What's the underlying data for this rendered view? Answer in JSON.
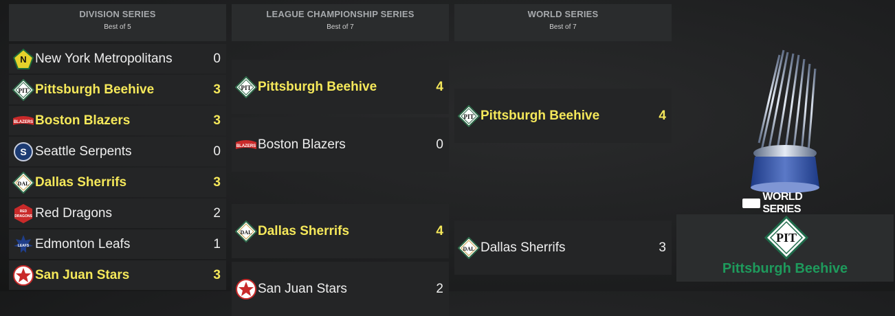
{
  "columns": {
    "division": {
      "title": "DIVISION SERIES",
      "sub": "Best of 5"
    },
    "lcs": {
      "title": "LEAGUE CHAMPIONSHIP SERIES",
      "sub": "Best of 7"
    },
    "ws": {
      "title": "WORLD SERIES",
      "sub": "Best of 7"
    }
  },
  "division_rows": [
    {
      "team": "New York Metropolitans",
      "score": "0",
      "logo": "N",
      "winner": false
    },
    {
      "team": "Pittsburgh Beehive",
      "score": "3",
      "logo": "PIT",
      "winner": true
    },
    {
      "team": "Boston Blazers",
      "score": "3",
      "logo": "BLAZERS",
      "winner": true
    },
    {
      "team": "Seattle Serpents",
      "score": "0",
      "logo": "S",
      "winner": false
    },
    {
      "team": "Dallas Sherrifs",
      "score": "3",
      "logo": "DAL",
      "winner": true
    },
    {
      "team": "Red Dragons",
      "score": "2",
      "logo": "RED DRAGONS",
      "winner": false
    },
    {
      "team": "Edmonton Leafs",
      "score": "1",
      "logo": "LEAFS",
      "winner": false
    },
    {
      "team": "San Juan Stars",
      "score": "3",
      "logo": "star",
      "winner": true
    }
  ],
  "lcs_rows": [
    {
      "team": "Pittsburgh Beehive",
      "score": "4",
      "logo": "PIT",
      "winner": true
    },
    {
      "team": "Boston Blazers",
      "score": "0",
      "logo": "BLAZERS",
      "winner": false
    },
    {
      "team": "Dallas Sherrifs",
      "score": "4",
      "logo": "DAL",
      "winner": true
    },
    {
      "team": "San Juan Stars",
      "score": "2",
      "logo": "star",
      "winner": false
    }
  ],
  "ws_rows": [
    {
      "team": "Pittsburgh Beehive",
      "score": "4",
      "logo": "PIT",
      "winner": true
    },
    {
      "team": "Dallas Sherrifs",
      "score": "3",
      "logo": "DAL",
      "winner": false
    }
  ],
  "champion": {
    "team": "Pittsburgh Beehive",
    "logo": "PIT",
    "trophy_caption": "WORLD SERIES"
  },
  "colors": {
    "winner": "#f5e85a",
    "champion": "#1e9a5c"
  }
}
